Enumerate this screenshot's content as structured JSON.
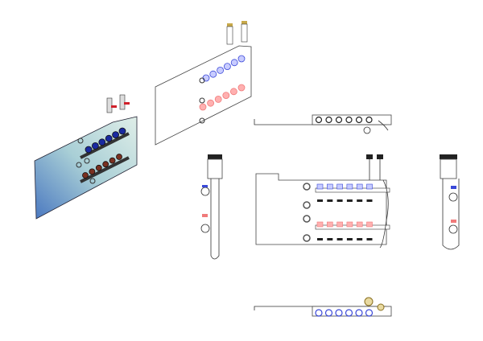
{
  "colors": {
    "supply": "#3a48d8",
    "return": "#f07a7a",
    "plate_shaded": "#a9cfd6",
    "brass": "#c8a94a",
    "handle": "#d0202a",
    "outline": "#333333"
  },
  "views": [
    "isometric-shaded",
    "isometric-outline",
    "top-view",
    "front-view",
    "left-side-view",
    "right-side-view",
    "bottom-view"
  ],
  "circuits_per_row": 6
}
